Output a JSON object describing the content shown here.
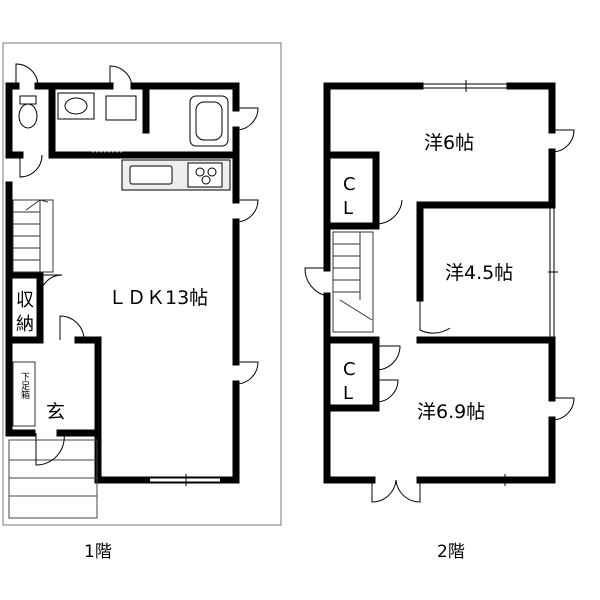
{
  "floors": [
    {
      "label": "1階",
      "rooms": {
        "ldk": "ＬＤＫ13帖",
        "storage_top": "収",
        "storage_bottom": "納",
        "shoe_cabinet": "下足箱",
        "entrance": "玄"
      }
    },
    {
      "label": "2階",
      "rooms": {
        "western1": "洋6帖",
        "western2": "洋4.5帖",
        "western3": "洋6.9帖",
        "closet1_c": "C",
        "closet1_l": "L",
        "closet2_c": "C",
        "closet2_l": "L"
      }
    }
  ],
  "colors": {
    "wall": "#000000",
    "thin_line": "#555555",
    "counter": "#eeeeee",
    "background": "#ffffff"
  }
}
